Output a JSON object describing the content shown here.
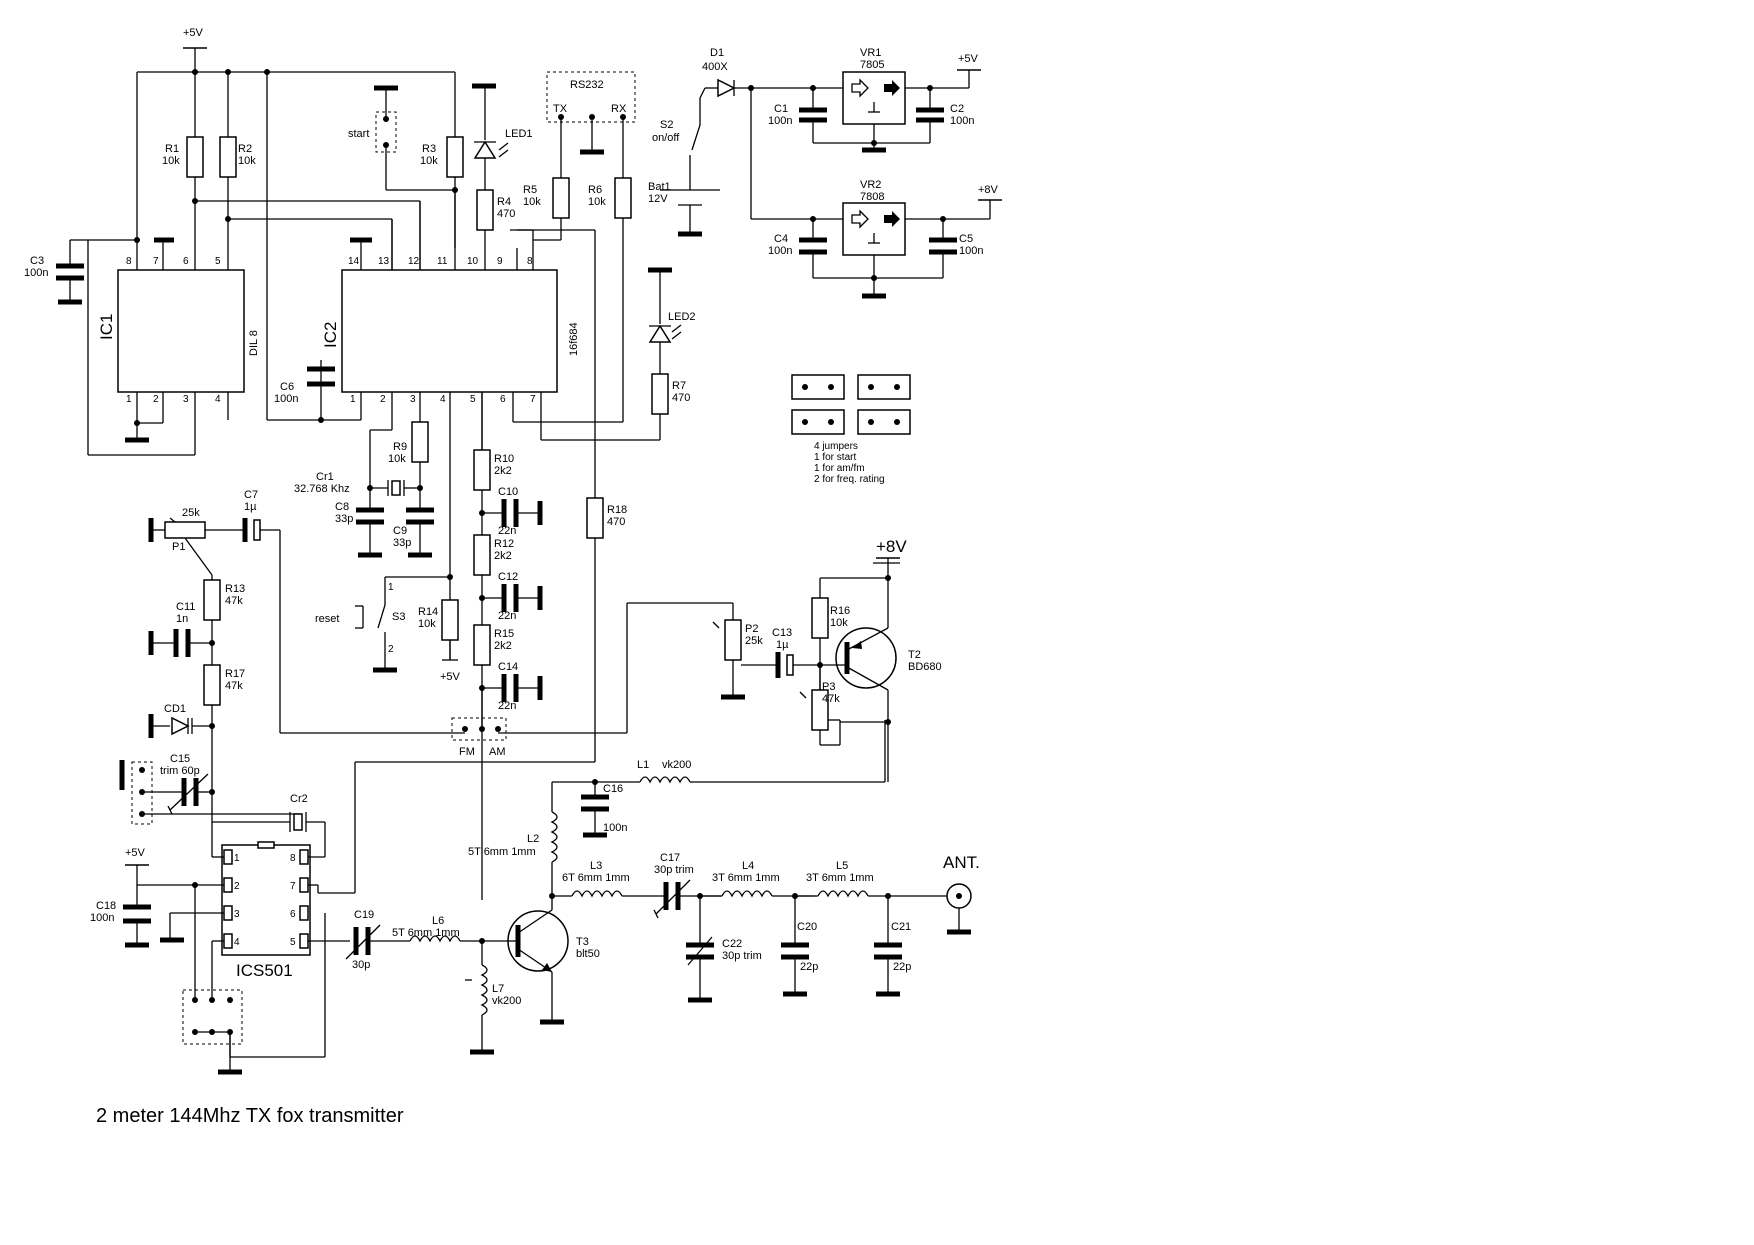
{
  "title": "2 meter 144Mhz TX fox transmitter",
  "jumpers_note": [
    "4 jumpers",
    "1 for start",
    "1 for am/fm",
    "2 for freq. rating"
  ],
  "power": {
    "vcc5": "+5V",
    "vcc8": "+8V"
  },
  "ics": {
    "ic1": {
      "name": "IC1",
      "package": "DIL 8"
    },
    "ic2": {
      "name": "IC2",
      "part": "16f684"
    },
    "ics501": {
      "name": "ICS501"
    },
    "vr1": {
      "name": "VR1",
      "part": "7805"
    },
    "vr2": {
      "name": "VR2",
      "part": "7808"
    }
  },
  "components": {
    "r1": {
      "ref": "R1",
      "val": "10k"
    },
    "r2": {
      "ref": "R2",
      "val": "10k"
    },
    "r3": {
      "ref": "R3",
      "val": "10k"
    },
    "r4": {
      "ref": "R4",
      "val": "470"
    },
    "r5": {
      "ref": "R5",
      "val": "10k"
    },
    "r6": {
      "ref": "R6",
      "val": "10k"
    },
    "r7": {
      "ref": "R7",
      "val": "470"
    },
    "r9": {
      "ref": "R9",
      "val": "10k"
    },
    "r10": {
      "ref": "R10",
      "val": "2k2"
    },
    "r12": {
      "ref": "R12",
      "val": "2k2"
    },
    "r13": {
      "ref": "R13",
      "val": "47k"
    },
    "r14": {
      "ref": "R14",
      "val": "10k"
    },
    "r15": {
      "ref": "R15",
      "val": "2k2"
    },
    "r16": {
      "ref": "R16",
      "val": "10k"
    },
    "r17": {
      "ref": "R17",
      "val": "47k"
    },
    "r18": {
      "ref": "R18",
      "val": "470"
    },
    "c1": {
      "ref": "C1",
      "val": "100n"
    },
    "c2": {
      "ref": "C2",
      "val": "100n"
    },
    "c3": {
      "ref": "C3",
      "val": "100n"
    },
    "c4": {
      "ref": "C4",
      "val": "100n"
    },
    "c5": {
      "ref": "C5",
      "val": "100n"
    },
    "c6": {
      "ref": "C6",
      "val": "100n"
    },
    "c7": {
      "ref": "C7",
      "val": "1µ"
    },
    "c8": {
      "ref": "C8",
      "val": "33p"
    },
    "c9": {
      "ref": "C9",
      "val": "33p"
    },
    "c10": {
      "ref": "C10",
      "val": "22n"
    },
    "c11": {
      "ref": "C11",
      "val": "1n"
    },
    "c12": {
      "ref": "C12",
      "val": "22n"
    },
    "c13": {
      "ref": "C13",
      "val": "1µ"
    },
    "c14": {
      "ref": "C14",
      "val": "22n"
    },
    "c15": {
      "ref": "C15",
      "val": "trim 60p"
    },
    "c16": {
      "ref": "C16",
      "val": "100n"
    },
    "c17": {
      "ref": "C17",
      "val": "30p trim"
    },
    "c18": {
      "ref": "C18",
      "val": "100n"
    },
    "c19": {
      "ref": "C19",
      "val": "30p"
    },
    "c20": {
      "ref": "C20",
      "val": "22p"
    },
    "c21": {
      "ref": "C21",
      "val": "22p"
    },
    "c22": {
      "ref": "C22",
      "val": "30p trim"
    },
    "d1": {
      "ref": "D1",
      "val": "400X"
    },
    "cd1": {
      "ref": "CD1"
    },
    "led1": {
      "ref": "LED1"
    },
    "led2": {
      "ref": "LED2"
    },
    "s2": {
      "ref": "S2",
      "val": "on/off"
    },
    "s3": {
      "ref": "S3",
      "val": "reset"
    },
    "bat1": {
      "ref": "Bat1",
      "val": "12V"
    },
    "cr1": {
      "ref": "Cr1",
      "val": "32.768 Khz"
    },
    "cr2": {
      "ref": "Cr2"
    },
    "p1": {
      "ref": "P1",
      "val": "25k"
    },
    "p2": {
      "ref": "P2",
      "val": "25k"
    },
    "p3": {
      "ref": "P3",
      "val": "47k"
    },
    "t2": {
      "ref": "T2",
      "val": "BD680"
    },
    "t3": {
      "ref": "T3",
      "val": "blt50"
    },
    "l1": {
      "ref": "L1",
      "val": "vk200"
    },
    "l2": {
      "ref": "L2",
      "val": "5T 6mm 1mm"
    },
    "l3": {
      "ref": "L3",
      "val": "6T 6mm 1mm"
    },
    "l4": {
      "ref": "L4",
      "val": "3T 6mm 1mm"
    },
    "l5": {
      "ref": "L5",
      "val": "3T 6mm 1mm"
    },
    "l6": {
      "ref": "L6",
      "val": "5T 6mm 1mm"
    },
    "l7": {
      "ref": "L7",
      "val": "vk200"
    }
  },
  "connectors": {
    "rs232": "RS232",
    "tx": "TX",
    "rx": "RX",
    "start": "start",
    "fm": "FM",
    "am": "AM",
    "ant": "ANT."
  }
}
